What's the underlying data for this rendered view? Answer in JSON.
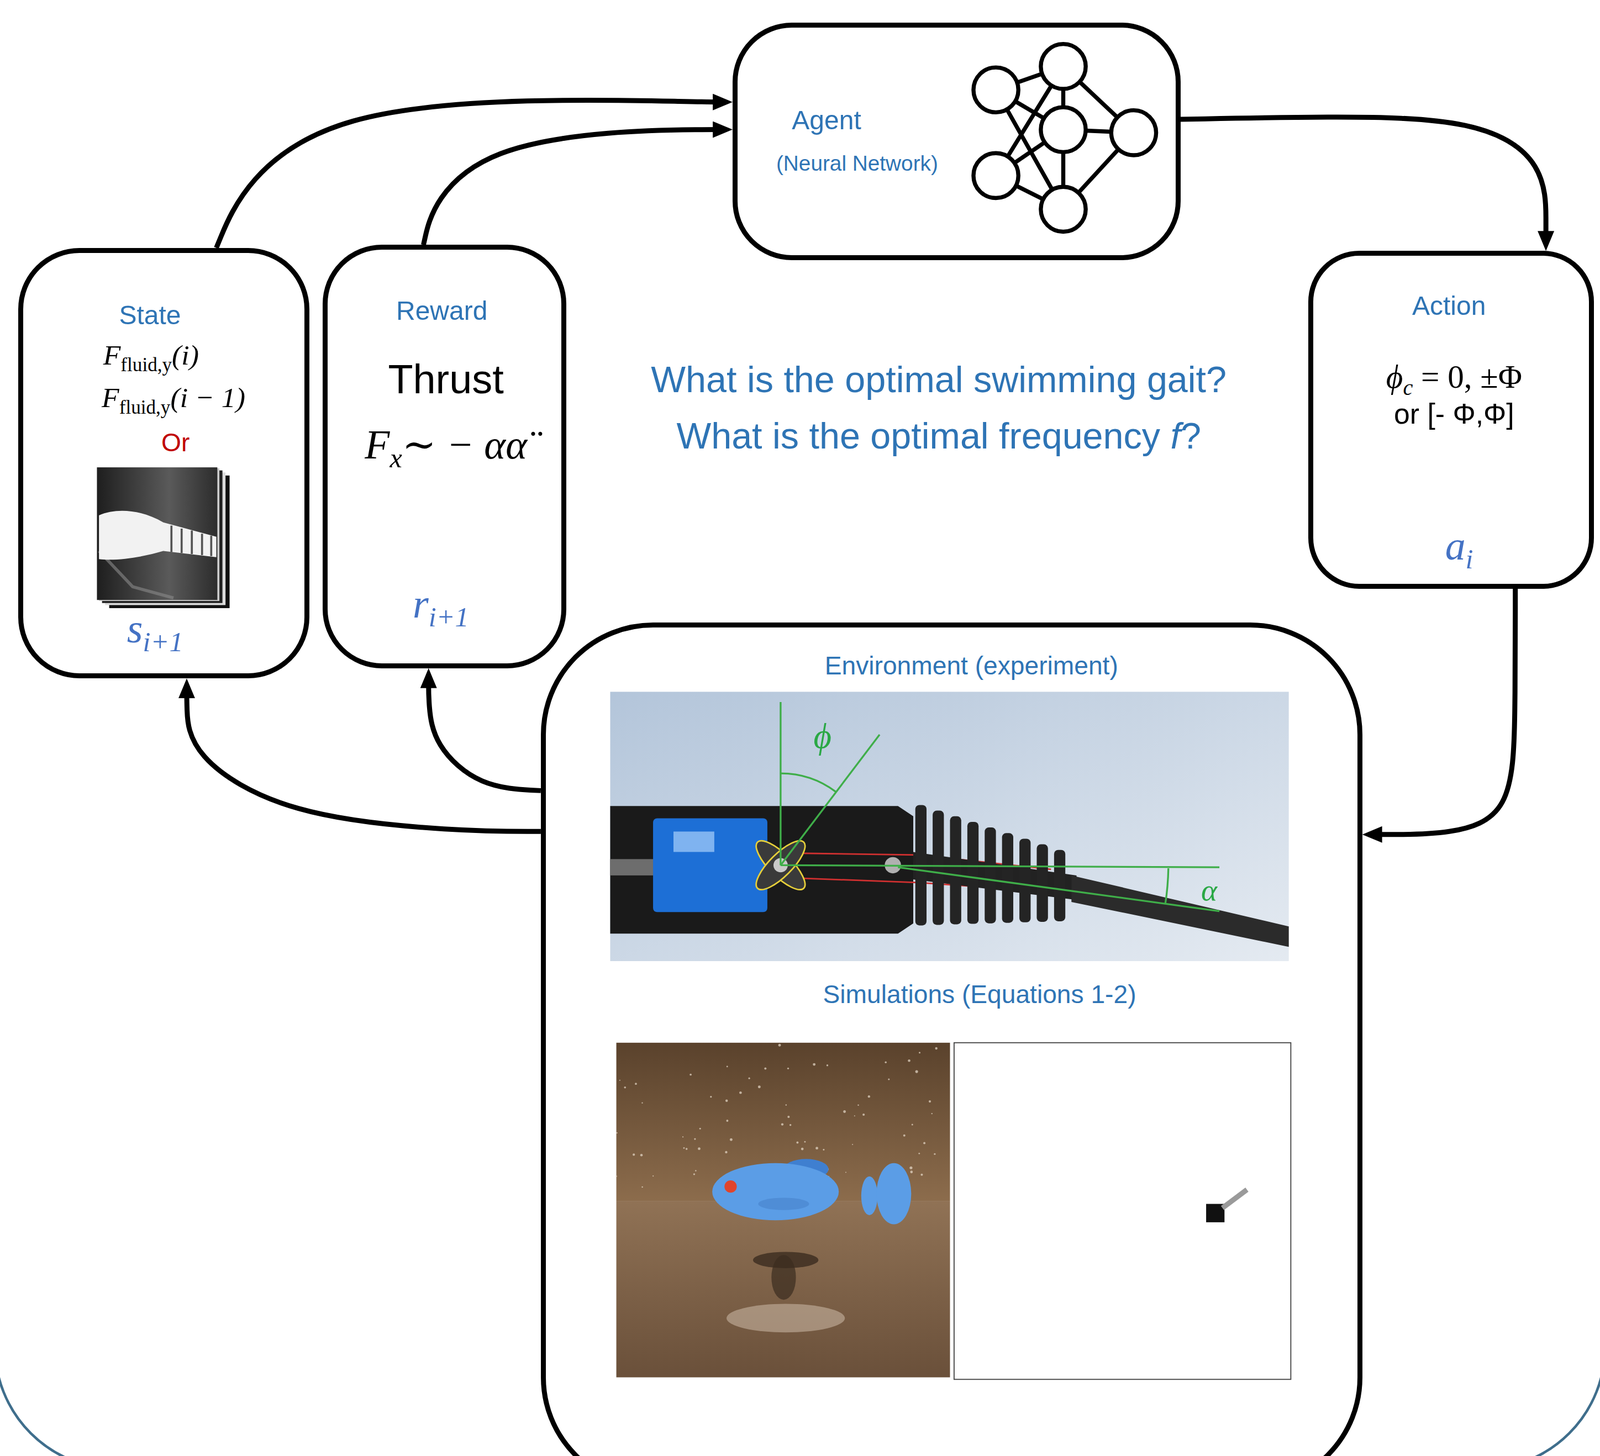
{
  "diagram": {
    "nodes": [
      {
        "text": [
          "Agent",
          "(Neural Network)"
        ]
      },
      {
        "text": [
          "State",
          "Ffluid,y(i)",
          "Ffluid,y(i − 1)",
          "Or",
          "si+1"
        ]
      },
      {
        "text": [
          "Reward",
          "Thrust",
          "Fx∼ − αα̈",
          "ri+1"
        ]
      },
      {
        "text": [
          "Action",
          "ϕc = 0, ±Φ",
          "or [- Φ,Φ]",
          "ai"
        ]
      },
      {
        "text": [
          "Environment (experiment)",
          "Simulations (Equations 1-2)"
        ]
      }
    ],
    "edges": [
      {
        "from": 1,
        "to": 0,
        "arrow": "to"
      },
      {
        "from": 2,
        "to": 0,
        "arrow": "to"
      },
      {
        "from": 0,
        "to": 3,
        "arrow": "to"
      },
      {
        "from": 3,
        "to": 4,
        "arrow": "to"
      },
      {
        "from": 4,
        "to": 1,
        "arrow": "to"
      },
      {
        "from": 4,
        "to": 2,
        "arrow": "to"
      }
    ],
    "labels": [
      "What is the optimal swimming gait?",
      "What is the optimal frequency f?",
      "ϕ",
      "α"
    ]
  }
}
